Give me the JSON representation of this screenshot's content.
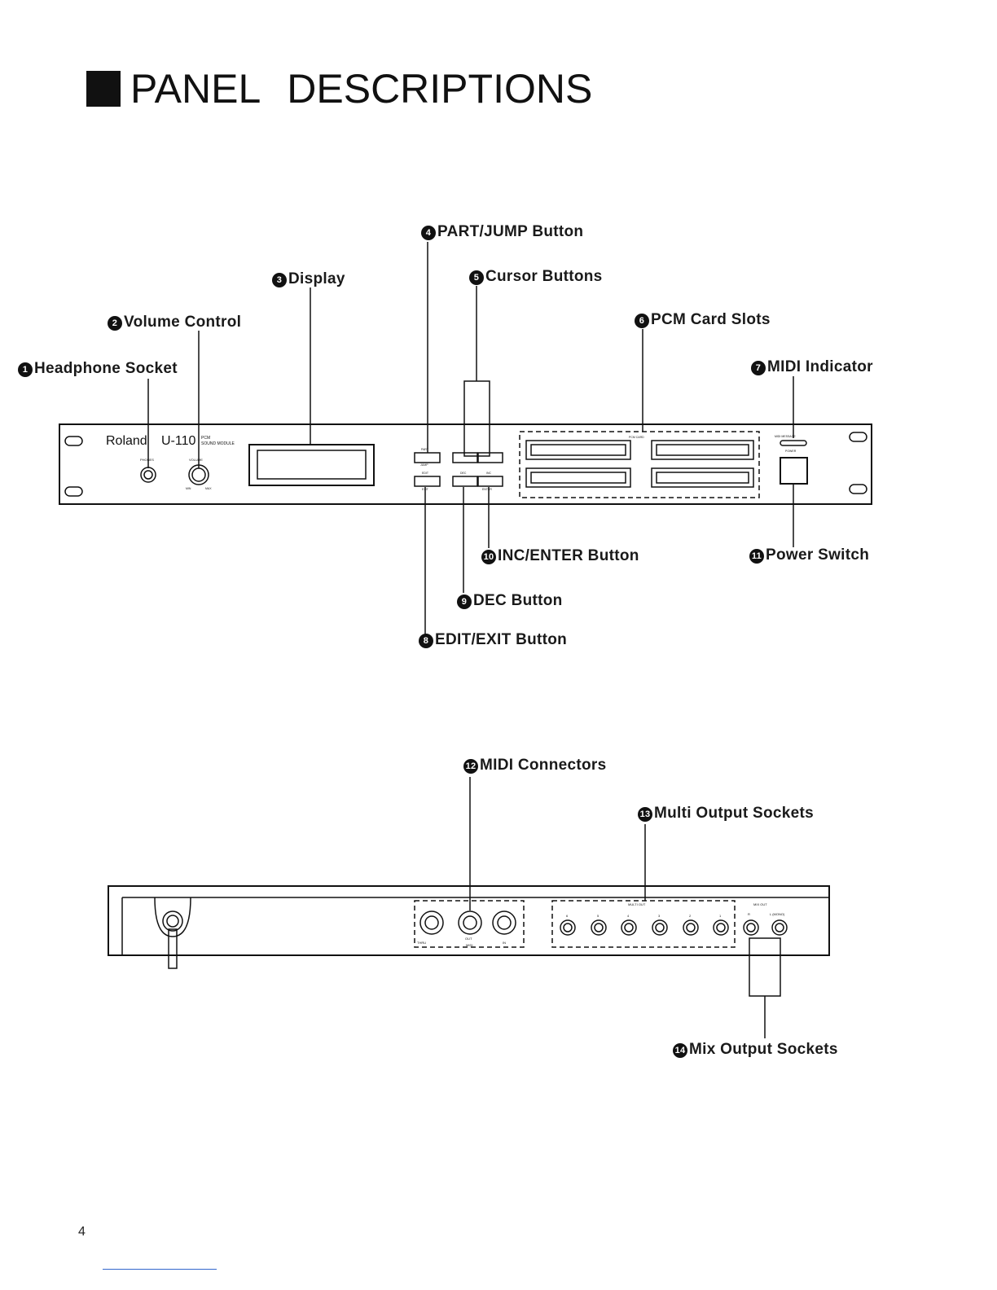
{
  "page": {
    "heading_part1": "PANEL",
    "heading_part2": "DESCRIPTIONS",
    "page_number": "4"
  },
  "front_panel": {
    "brand": "Roland",
    "model": "U-110",
    "model_sub1": "PCM",
    "model_sub2": "SOUND MODULE",
    "phones_label": "PHONES",
    "volume_label": "VOLUME",
    "vol_min": "MIN",
    "vol_max": "MAX",
    "part_label": "PART",
    "jump_label": "JUMP",
    "edit_label": "EDIT",
    "exit_label": "EXIT",
    "dec_label": "DEC",
    "inc_label": "INC",
    "enter_label": "ENTER",
    "pcm_card_label": "PCM CARD",
    "midi_message_label": "MIDI MESSAGE",
    "power_label": "POWER"
  },
  "rear_panel": {
    "midi_thru": "THRU",
    "midi_out": "OUT",
    "midi_in": "IN",
    "midi_label": "MIDI",
    "multi_out_label": "MULTI OUT",
    "multi_out_numbers": [
      "6",
      "5",
      "4",
      "3",
      "2",
      "1"
    ],
    "mix_out_label": "MIX OUT",
    "mix_r": "R",
    "mix_l": "L (MONO)"
  },
  "callouts": [
    {
      "num": "1",
      "label": "Headphone Socket"
    },
    {
      "num": "2",
      "label": "Volume Control"
    },
    {
      "num": "3",
      "label": "Display"
    },
    {
      "num": "4",
      "label": "PART/JUMP Button"
    },
    {
      "num": "5",
      "label": "Cursor Buttons"
    },
    {
      "num": "6",
      "label": "PCM Card Slots"
    },
    {
      "num": "7",
      "label": "MIDI Indicator"
    },
    {
      "num": "8",
      "label": "EDIT/EXIT Button"
    },
    {
      "num": "9",
      "label": "DEC Button"
    },
    {
      "num": "10",
      "label": "INC/ENTER Button"
    },
    {
      "num": "11",
      "label": "Power Switch"
    },
    {
      "num": "12",
      "label": "MIDI Connectors"
    },
    {
      "num": "13",
      "label": "Multi Output Sockets"
    },
    {
      "num": "14",
      "label": "Mix Output Sockets"
    }
  ]
}
